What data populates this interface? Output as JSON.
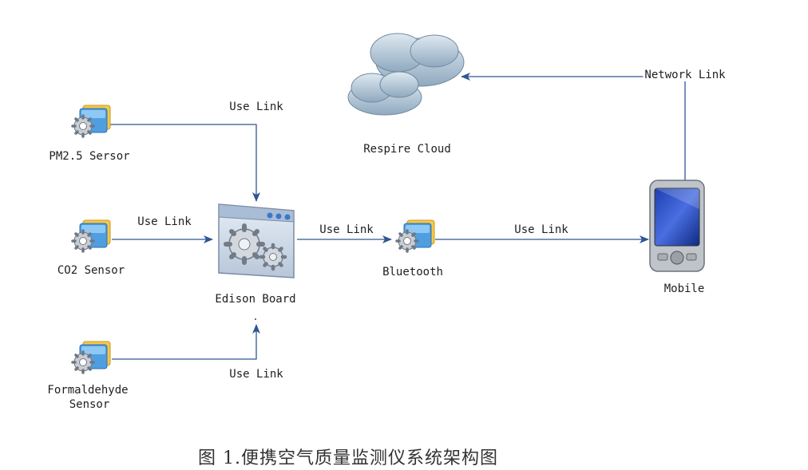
{
  "nodes": {
    "pm25": "PM2.5 Sersor",
    "co2": "CO2 Sensor",
    "formaldehyde_line1": "Formaldehyde",
    "formaldehyde_line2": "Sensor",
    "edison": "Edison Board",
    "bluetooth": "Bluetooth",
    "mobile": "Mobile",
    "cloud": "Respire Cloud"
  },
  "links": {
    "pm25_edison": "Use Link",
    "co2_edison": "Use Link",
    "formaldehyde_edison": "Use Link",
    "edison_bluetooth": "Use Link",
    "bluetooth_mobile": "Use Link",
    "mobile_cloud": "Network Link"
  },
  "caption": "图 1.便携空气质量监测仪系统架构图",
  "icons": {
    "sensor": "gear-folder-icon",
    "board": "gear-window-icon",
    "phone": "smartphone-icon",
    "cloud": "cloud-icon"
  },
  "colors": {
    "line": "#2f5694",
    "arrow": "#2f5694"
  }
}
